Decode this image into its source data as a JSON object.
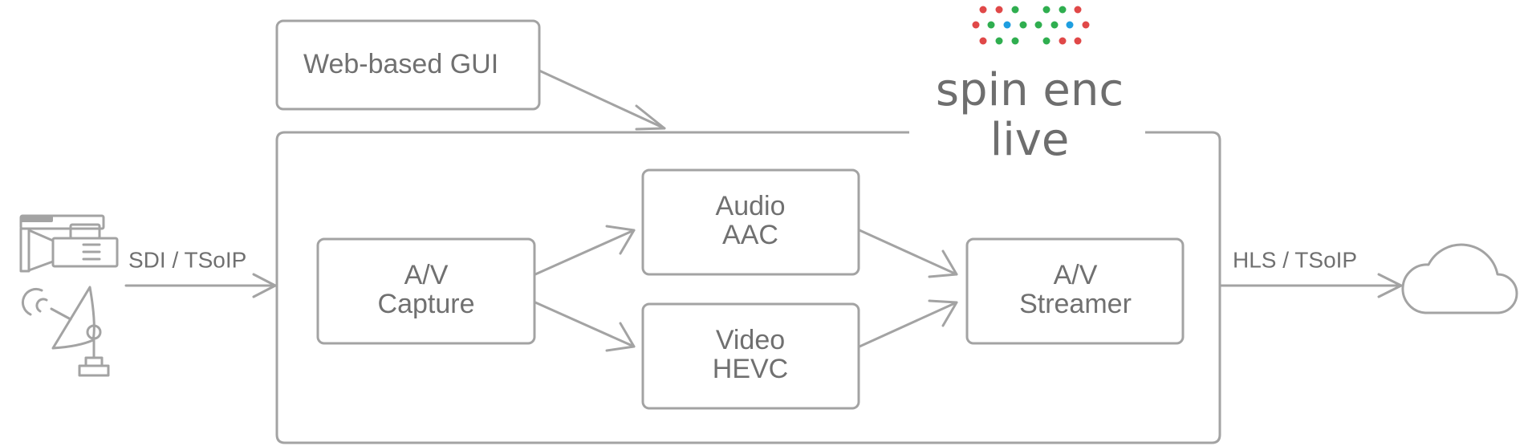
{
  "brand": {
    "line1": "spin enc",
    "line2": "live",
    "dot_colors": {
      "red": "#e04848",
      "green": "#2fae4f",
      "blue": "#1e9ee0"
    }
  },
  "nodes": {
    "gui": {
      "label": "Web-based GUI"
    },
    "capture": {
      "line1": "A/V",
      "line2": "Capture"
    },
    "audio": {
      "line1": "Audio",
      "line2": "AAC"
    },
    "video": {
      "line1": "Video",
      "line2": "HEVC"
    },
    "streamer": {
      "line1": "A/V",
      "line2": "Streamer"
    }
  },
  "edges": {
    "input_label": "SDI / TSoIP",
    "output_label": "HLS / TSoIP"
  },
  "icons": {
    "source": [
      "video-camera-icon",
      "satellite-dish-icon"
    ],
    "destination": "cloud-icon"
  },
  "colors": {
    "stroke": "#a3a3a3",
    "text": "#707070"
  }
}
